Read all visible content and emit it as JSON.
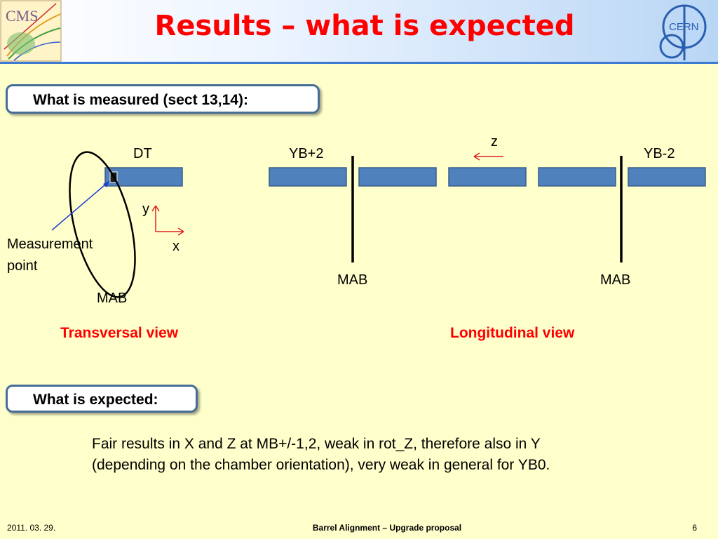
{
  "slide": {
    "title": "Results – what is expected",
    "logos": {
      "left_text": "CMS",
      "right_text": "CERN"
    }
  },
  "section1": {
    "heading": "What is measured (sect 13,14):"
  },
  "transversal": {
    "dt_label": "DT",
    "y_axis": "y",
    "x_axis": "x",
    "measurement_point_line1": "Measurement",
    "measurement_point_line2": "point",
    "mab_label": "MAB",
    "view_label": "Transversal view"
  },
  "longitudinal": {
    "yb_plus": "YB+2",
    "yb_minus": "YB-2",
    "z_axis": "z",
    "mab_left": "MAB",
    "mab_right": "MAB",
    "view_label": "Longitudinal view"
  },
  "section2": {
    "heading": "What is expected:",
    "body_line1": "Fair results in X and Z at MB+/-1,2, weak in rot_Z, therefore also in Y",
    "body_line2": "(depending on the chamber orientation), very weak in general for YB0."
  },
  "footer": {
    "date": "2011. 03. 29.",
    "title": "Barrel Alignment – Upgrade proposal",
    "page": "6"
  },
  "colors": {
    "title": "#ff0000",
    "chamber_fill": "#4f81bd",
    "chamber_border": "#385d8a",
    "box_border": "#456d96",
    "background": "#ffffcc"
  }
}
